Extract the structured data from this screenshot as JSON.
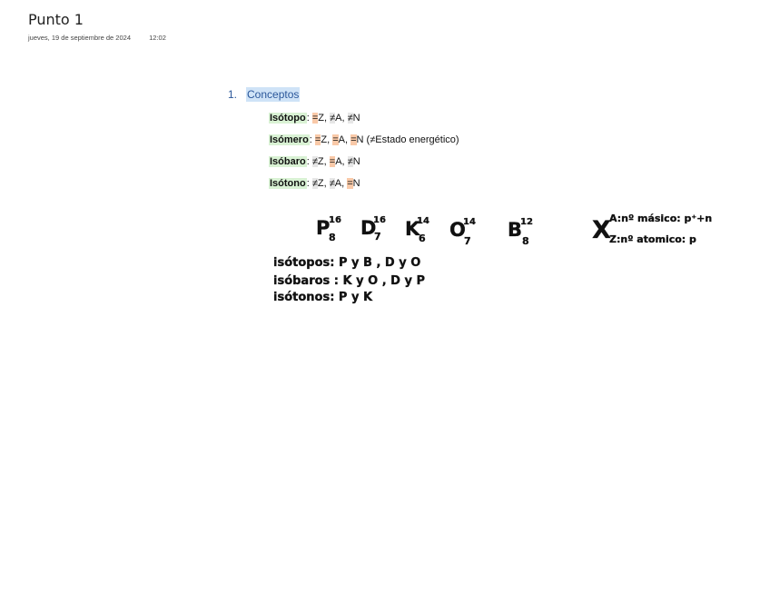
{
  "page": {
    "title": "Punto 1",
    "date": "jueves, 19 de septiembre de 2024",
    "time": "12:02"
  },
  "outline": {
    "number": "1.",
    "heading": "Conceptos"
  },
  "concepts": [
    {
      "term": "Isótopo",
      "colon": ":",
      "parts": [
        "=",
        "Z, ",
        "≠",
        "A, ",
        "≠",
        "N"
      ],
      "note": ""
    },
    {
      "term": "Isómero",
      "colon": ":",
      "parts": [
        "=",
        "Z, ",
        "=",
        "A, ",
        "=",
        "N"
      ],
      "note": " (≠Estado energético)"
    },
    {
      "term": "Isóbaro",
      "colon": ":",
      "parts": [
        "≠",
        "Z, ",
        "=",
        "A, ",
        "≠",
        "N"
      ],
      "note": ""
    },
    {
      "term": "Isótono",
      "colon": ":",
      "parts": [
        "≠",
        "Z, ",
        "≠",
        "A, ",
        "=",
        "N"
      ],
      "note": ""
    }
  ],
  "handwriting": {
    "elements": [
      {
        "symbol": "P",
        "mass": "16",
        "atomic": "8"
      },
      {
        "symbol": "D",
        "mass": "16",
        "atomic": "7"
      },
      {
        "symbol": "K",
        "mass": "14",
        "atomic": "6"
      },
      {
        "symbol": "O",
        "mass": "14",
        "atomic": "7"
      },
      {
        "symbol": "B",
        "mass": "12",
        "atomic": "8"
      }
    ],
    "legend": {
      "symbol": "X",
      "top": "A:nº másico: p⁺+n",
      "bottom": "Z:nº atomico: p"
    },
    "lines": [
      "isótopos: P y B , D y O",
      "isóbaros : K y O , D y P",
      "isótonos: P y K"
    ]
  },
  "colors": {
    "heading": "#2b579a",
    "heading_highlight": "#cfe3f7",
    "term_highlight": "#d9f2d4",
    "orange_mark": "#f9c9a8",
    "gray_mark": "#e6e6e6"
  }
}
